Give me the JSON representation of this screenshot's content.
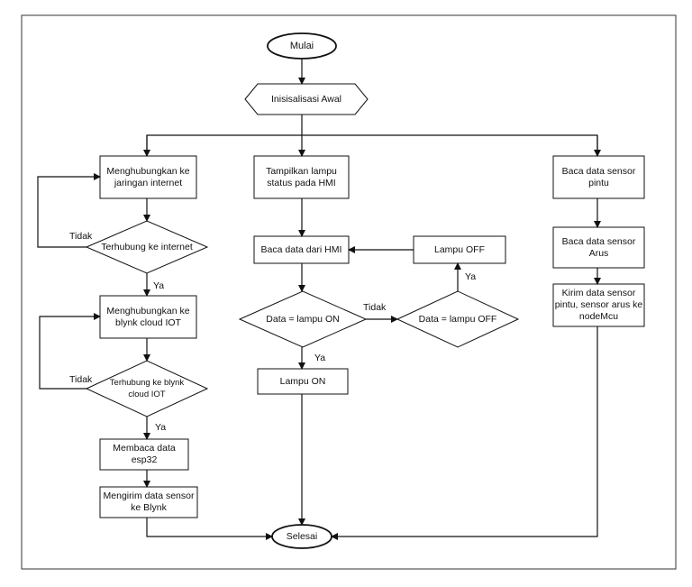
{
  "nodes": {
    "start": "Mulai",
    "init": "Inisisalisasi Awal",
    "connect_internet": "Menghubungkan ke\njaringan internet",
    "check_internet": "Terhubung ke internet",
    "connect_blynk": "Menghubungkan ke\nblynk cloud IOT",
    "check_blynk": "Terhubung ke blynk\ncloud IOT",
    "read_esp32": "Membaca data\nesp32",
    "send_blynk": "Mengirim data sensor\nke Blynk",
    "show_lamp": "Tampilkan lampu\nstatus pada HMI",
    "read_hmi": "Baca data dari HMI",
    "lamp_off": "Lampu OFF",
    "check_on": "Data = lampu ON",
    "check_off": "Data = lampu OFF",
    "lamp_on": "Lampu ON",
    "read_door": "Baca data sensor\npintu",
    "read_current": "Baca data sensor\nArus",
    "send_nodemcu": "Kirim data sensor\npintu, sensor arus ke\nnodeMcu",
    "end": "Selesai"
  },
  "edges": {
    "no_internet": "Tidak",
    "yes_internet": "Ya",
    "no_blynk": "Tidak",
    "yes_blynk": "Ya",
    "no_on": "Tidak",
    "yes_on": "Ya",
    "yes_off": "Ya"
  },
  "colors": {
    "stroke": "#111111",
    "background": "#ffffff",
    "frame": "#333333"
  }
}
